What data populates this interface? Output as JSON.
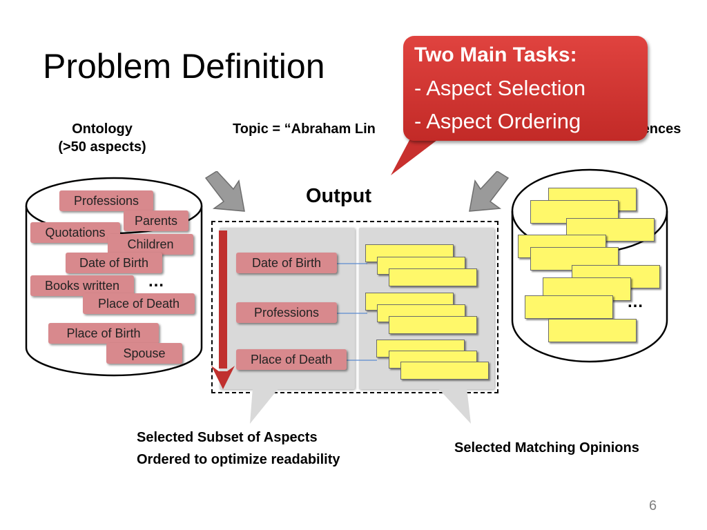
{
  "slide": {
    "title": "Problem Definition",
    "page_number": "6"
  },
  "callout": {
    "heading": "Two Main Tasks:",
    "items": [
      "- Aspect Selection",
      "- Aspect Ordering"
    ],
    "color": "#c8302e"
  },
  "ontology": {
    "label_line1": "Ontology",
    "label_line2": "(>50 aspects)",
    "aspects": [
      "Professions",
      "Parents",
      "Quotations",
      "Children",
      "Date of Birth",
      "Books written",
      "Place of Death",
      "Place of Birth",
      "Spouse"
    ],
    "ellipsis": "…"
  },
  "topic": {
    "label": "Topic = “Abraham Lin",
    "label_tail": "tences"
  },
  "output": {
    "label": "Output",
    "selected_aspects": [
      "Date of Birth",
      "Professions",
      "Place of Death"
    ]
  },
  "opinions_db": {
    "ellipsis": "…"
  },
  "captions": {
    "aspects_line1": "Selected Subset of Aspects",
    "aspects_line2": "Ordered to optimize readability",
    "opinions": "Selected Matching Opinions"
  },
  "colors": {
    "aspect_tag": "#d8898d",
    "opinion_card": "#fff86a",
    "order_arrow": "#c0302e",
    "panel": "#d9d9d9"
  }
}
